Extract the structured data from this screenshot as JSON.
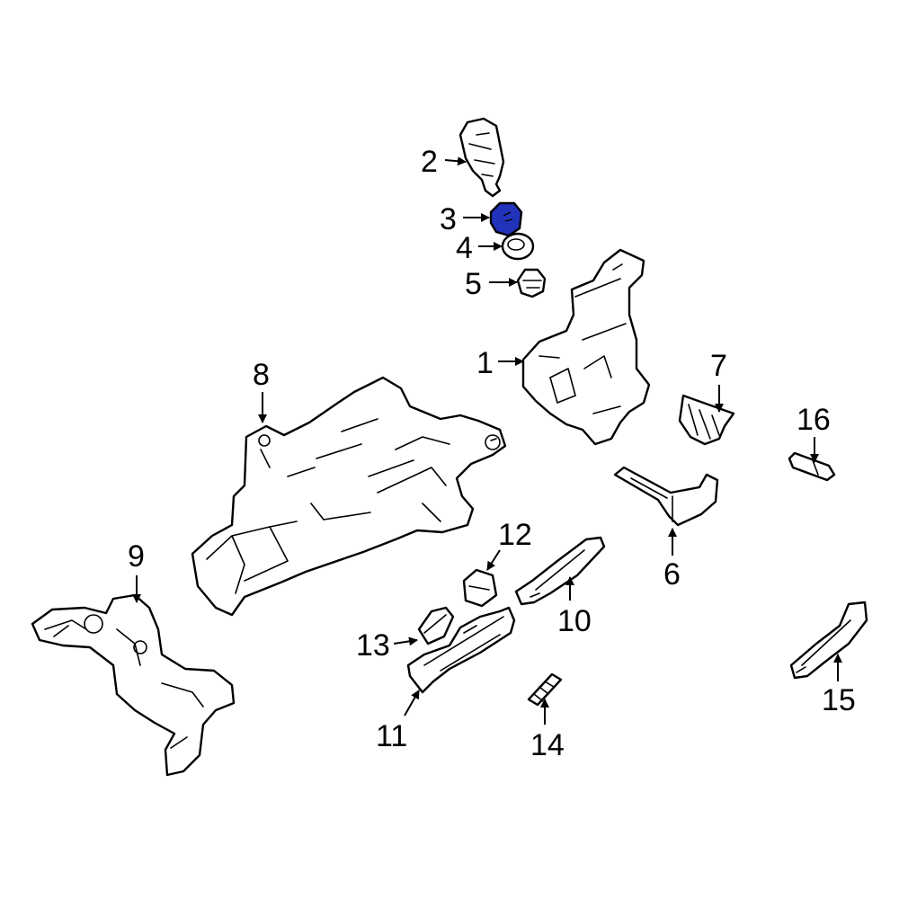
{
  "highlight_color": "#2233bb",
  "callouts": {
    "c1": "1",
    "c2": "2",
    "c3": "3",
    "c4": "4",
    "c5": "5",
    "c6": "6",
    "c7": "7",
    "c8": "8",
    "c9": "9",
    "c10": "10",
    "c11": "11",
    "c12": "12",
    "c13": "13",
    "c14": "14",
    "c15": "15",
    "c16": "16"
  }
}
